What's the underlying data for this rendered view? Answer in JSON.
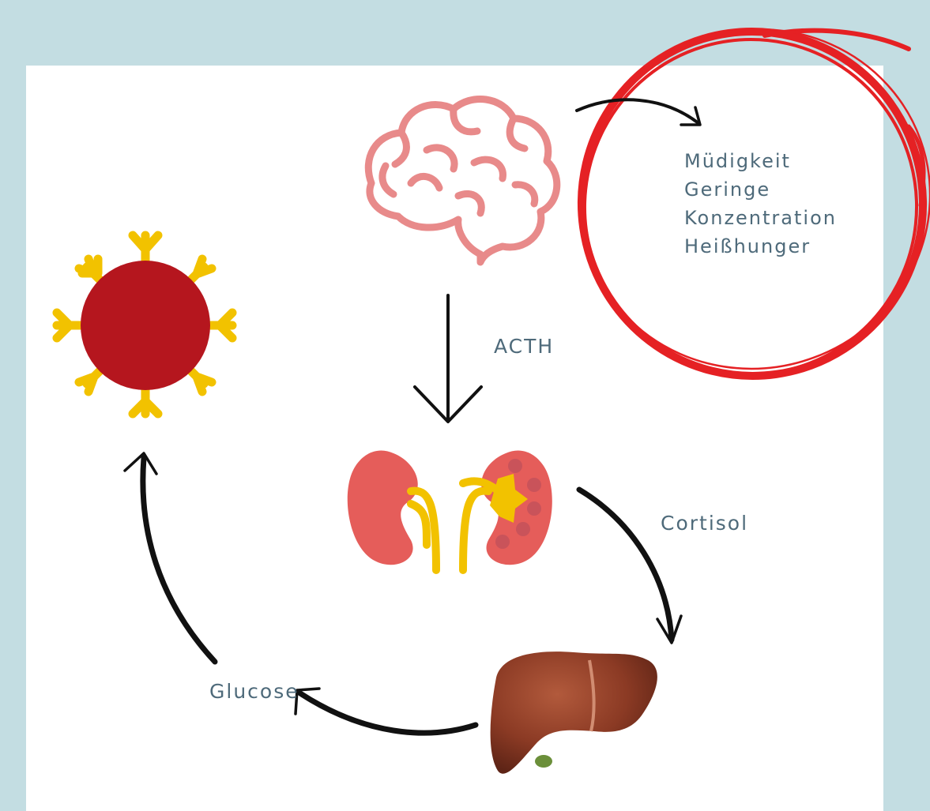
{
  "labels": {
    "acth": "ACTH",
    "cortisol": "Cortisol",
    "glucose": "Glucose"
  },
  "symptoms": [
    "Müdigkeit",
    "Geringe",
    "Konzentration",
    "Heißhunger"
  ],
  "colors": {
    "background": "#c3dde2",
    "panel": "#ffffff",
    "text": "#4e6a7a",
    "brain": "#e88a8a",
    "kidney": "#e55d5a",
    "kidney_inner": "#c9535a",
    "ureter": "#f2c200",
    "cell_body": "#b5161e",
    "receptor": "#f2c200",
    "liver": "#8b3a24",
    "gallbladder": "#6b8f3a",
    "circle": "#e52124",
    "arrow": "#111111"
  },
  "icons": [
    "brain-icon",
    "kidneys-icon",
    "cell-with-receptors-icon",
    "liver-icon"
  ]
}
